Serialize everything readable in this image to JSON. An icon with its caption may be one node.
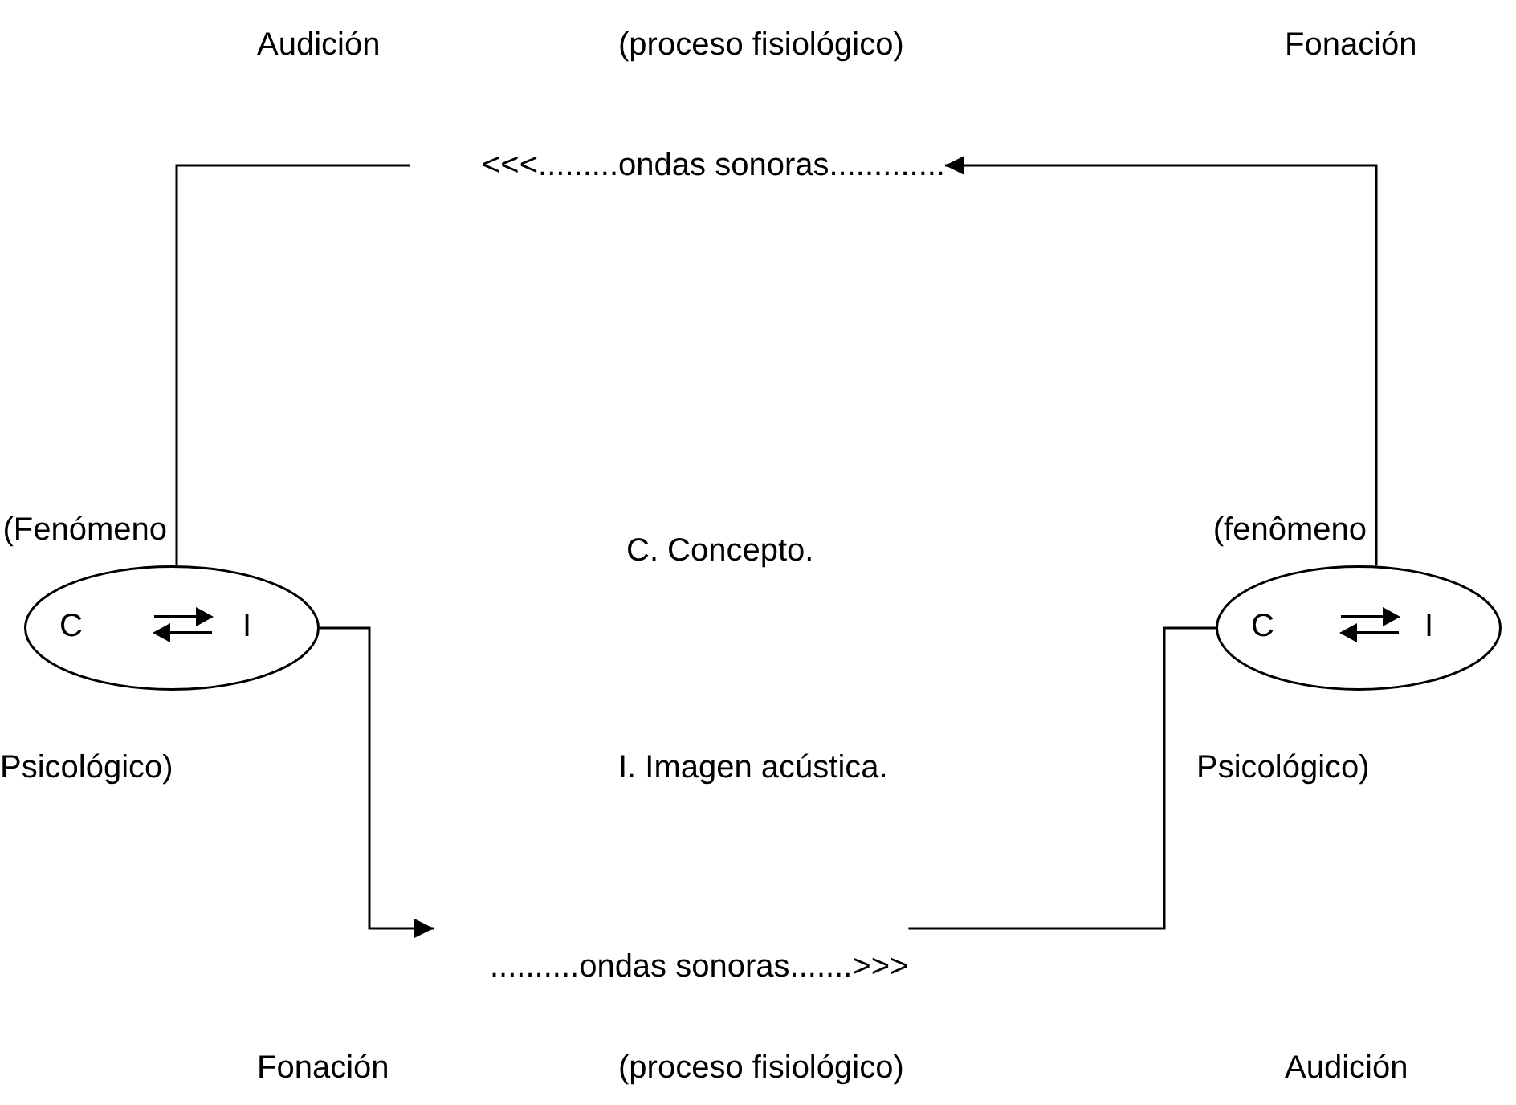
{
  "diagram": {
    "nodes": [
      {
        "text": [
          "<<<.........ondas sonoras............."
        ]
      },
      {
        "text": [
          "C",
          "I"
        ],
        "beside": [
          "(Fenómeno",
          "Psicológico)"
        ]
      },
      {
        "text": [
          "C",
          "I"
        ],
        "beside": [
          "(fenômeno",
          "Psicológico)"
        ]
      },
      {
        "text": [
          "..........ondas sonoras.......>>>"
        ]
      }
    ],
    "edges": [
      {
        "from": 2,
        "to": 0,
        "arrow": "to"
      },
      {
        "from": 0,
        "to": 1,
        "arrow": "none"
      },
      {
        "from": 1,
        "to": 3,
        "arrow": "to"
      },
      {
        "from": 3,
        "to": 2,
        "arrow": "none"
      }
    ],
    "labels": [
      "Audición",
      "(proceso fisiológico)",
      "Fonación",
      "C. Concepto.",
      "I. Imagen acústica.",
      "Fonación",
      "(proceso fisiológico)",
      "Audición"
    ]
  }
}
